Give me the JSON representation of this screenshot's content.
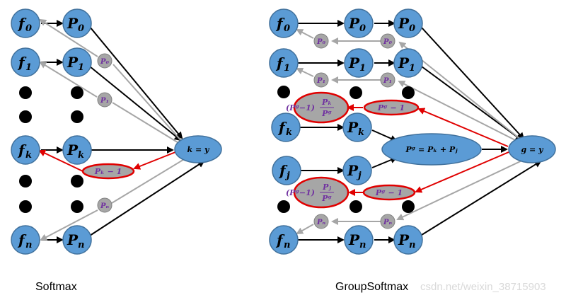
{
  "nodes": {
    "f": "f",
    "p": "P",
    "sub0": "0",
    "sub1": "1",
    "subk": "k",
    "subj": "j",
    "subn": "n"
  },
  "small_labels": {
    "p0": "P₀",
    "p1": "P₁",
    "pn": "Pₙ"
  },
  "softmax": {
    "target": "k = y",
    "red_label": "Pₖ − 1",
    "caption": "Softmax"
  },
  "groupsoftmax": {
    "target": "g = y",
    "group_node": "Pᵍ = Pₖ + Pⱼ",
    "red_label": "Pᵍ − 1",
    "red_k_prefix": "(Pᵍ−1)",
    "red_k_num": "Pₖ",
    "red_k_den": "Pᵍ",
    "red_j_prefix": "(Pᵍ−1)",
    "red_j_num": "Pⱼ",
    "red_j_den": "Pᵍ",
    "caption": "GroupSoftmax"
  },
  "watermark": "csdn.net/weixin_38715903",
  "colors": {
    "node_fill": "#5b9bd5",
    "gray": "#a6a6a6",
    "red": "#e00000",
    "label_purple": "#7030a0"
  }
}
